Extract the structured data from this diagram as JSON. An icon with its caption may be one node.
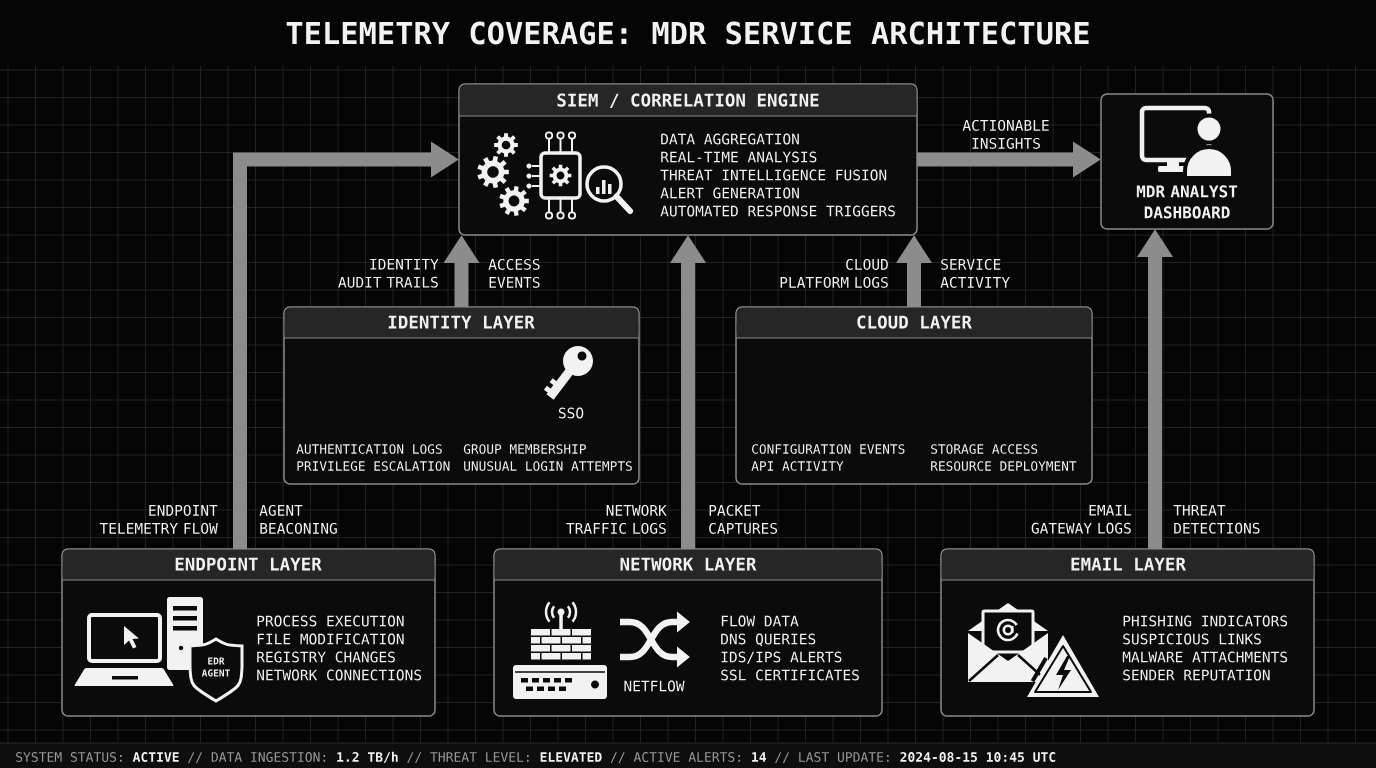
{
  "diagram": {
    "title": "TELEMETRY COVERAGE: MDR SERVICE ARCHITECTURE",
    "nodes": [
      {
        "text": [
          "SIEM / CORRELATION ENGINE",
          "DATA AGGREGATION",
          "REAL-TIME ANALYSIS",
          "THREAT INTELLIGENCE FUSION",
          "ALERT GENERATION",
          "AUTOMATED RESPONSE TRIGGERS"
        ]
      },
      {
        "text": [
          "MDR ANALYST DASHBOARD"
        ]
      },
      {
        "text": [
          "IDENTITY LAYER",
          "SSO",
          "AUTHENTICATION LOGS",
          "GROUP MEMBERSHIP",
          "PRIVILEGE ESCALATION",
          "UNUSUAL LOGIN ATTEMPTS"
        ]
      },
      {
        "text": [
          "CLOUD LAYER",
          "CONFIGURATION EVENTS",
          "STORAGE ACCESS",
          "API ACTIVITY",
          "RESOURCE DEPLOYMENT"
        ]
      },
      {
        "text": [
          "ENDPOINT LAYER",
          "EDR AGENT",
          "PROCESS EXECUTION",
          "FILE MODIFICATION",
          "REGISTRY CHANGES",
          "NETWORK CONNECTIONS"
        ]
      },
      {
        "text": [
          "NETWORK LAYER",
          "NETFLOW",
          "FLOW DATA",
          "DNS QUERIES",
          "IDS/IPS ALERTS",
          "SSL CERTIFICATES"
        ]
      },
      {
        "text": [
          "EMAIL LAYER",
          "PHISHING INDICATORS",
          "SUSPICIOUS LINKS",
          "MALWARE ATTACHMENTS",
          "SENDER REPUTATION"
        ]
      }
    ],
    "edges": [
      {
        "from": 4,
        "to": 0,
        "arrow": "to",
        "label": "ENDPOINT TELEMETRY FLOW"
      },
      {
        "from": 2,
        "to": 0,
        "arrow": "to",
        "label": "IDENTITY AUDIT TRAILS"
      },
      {
        "from": 5,
        "to": 0,
        "arrow": "to",
        "label": "NETWORK TRAFFIC LOGS"
      },
      {
        "from": 3,
        "to": 0,
        "arrow": "to",
        "label": "CLOUD PLATFORM LOGS"
      },
      {
        "from": 0,
        "to": 1,
        "arrow": "to",
        "label": "ACTIONABLE INSIGHTS"
      },
      {
        "from": 6,
        "to": 1,
        "arrow": "to",
        "label": "EMAIL GATEWAY LOGS"
      }
    ],
    "labels": [
      "ACCESS EVENTS",
      "SERVICE ACTIVITY",
      "AGENT BEACONING",
      "PACKET CAPTURES",
      "THREAT DETECTIONS",
      "SYSTEM STATUS: **ACTIVE** // DATA INGESTION: **1.2 TB/h** // THREAT LEVEL: **ELEVATED** // ACTIVE ALERTS: **14** // LAST UPDATE: **2024-08-15 10:45 UTC**"
    ]
  }
}
